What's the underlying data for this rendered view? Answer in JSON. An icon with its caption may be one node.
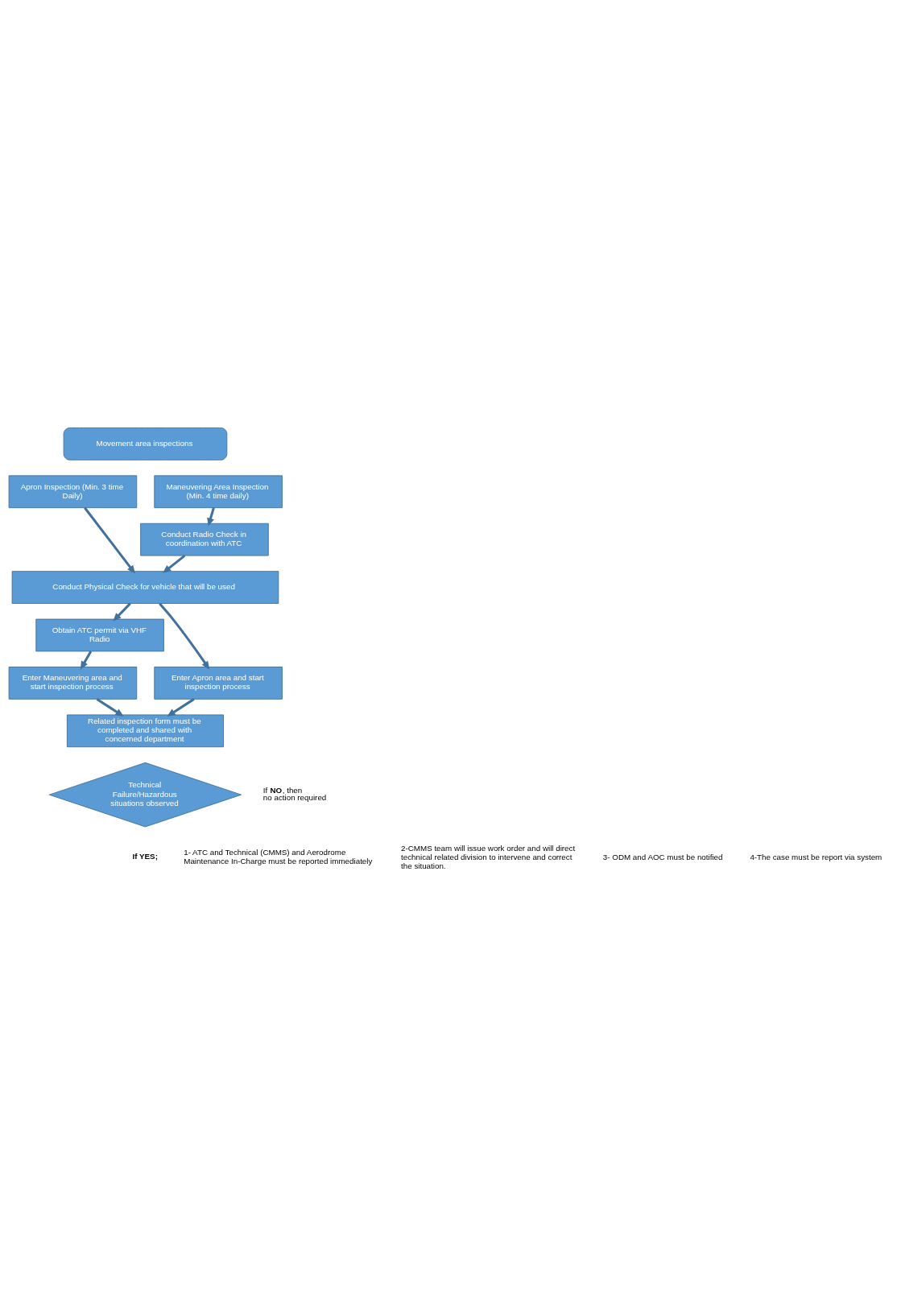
{
  "diagram": {
    "nodes": [
      {
        "text": [
          "Movement area inspections"
        ]
      },
      {
        "text": [
          "Apron Inspection (Min. 3 time Daily)"
        ]
      },
      {
        "text": [
          "Maneuvering Area Inspection (Min. 4 time daily)"
        ]
      },
      {
        "text": [
          "Conduct Radio Check in coordination with ATC"
        ]
      },
      {
        "text": [
          "Conduct Physical Check for vehicle that will be used"
        ]
      },
      {
        "text": [
          "Obtain ATC permit via VHF Radio"
        ]
      },
      {
        "text": [
          "Enter Apron area and start inspection process"
        ]
      },
      {
        "text": [
          "Enter Maneuvering area and start inspection process"
        ]
      },
      {
        "text": [
          "Related inspection form must be completed and shared with concerned department"
        ]
      },
      {
        "text": [
          "Technical Failure/Hazardous situations observed"
        ]
      }
    ],
    "edges": [
      {
        "from": 1,
        "to": 4,
        "arrow": "to"
      },
      {
        "from": 2,
        "to": 3,
        "arrow": "to"
      },
      {
        "from": 3,
        "to": 4,
        "arrow": "to"
      },
      {
        "from": 4,
        "to": 6,
        "arrow": "to"
      },
      {
        "from": 4,
        "to": 5,
        "arrow": "to"
      },
      {
        "from": 5,
        "to": 7,
        "arrow": "to"
      },
      {
        "from": 6,
        "to": 8,
        "arrow": "to"
      },
      {
        "from": 7,
        "to": 8,
        "arrow": "to"
      }
    ],
    "labels": [
      "If **NO**, then no action required",
      "If YES;",
      "1- ATC and Technical (CMMS) and Aerodrome Maintenance In-Charge must be reported immediately",
      "2-CMMS team will issue work order and will direct technical related division to intervene and correct the situation.",
      "3- ODM and AOC must be notified",
      "4-The case must be report via system"
    ]
  }
}
